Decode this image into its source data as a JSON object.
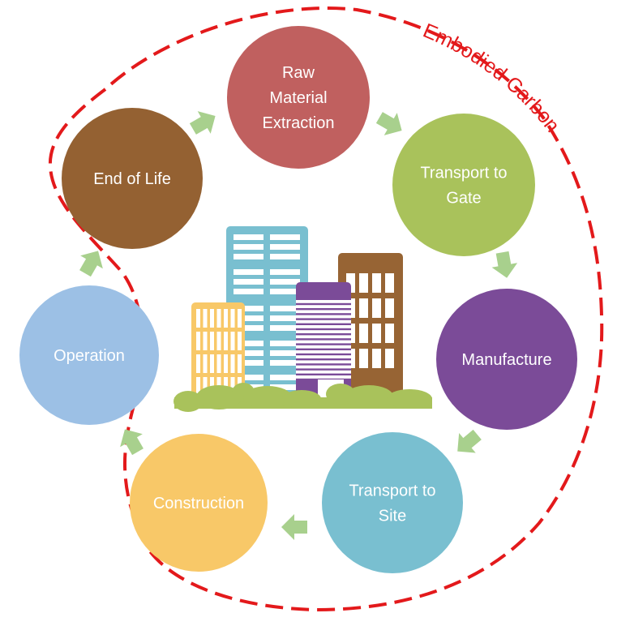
{
  "title": "Embodied Carbon",
  "stages": [
    {
      "id": "raw-material-extraction",
      "lines": [
        "Raw",
        "Material",
        "Extraction"
      ],
      "color": "#c0605f"
    },
    {
      "id": "transport-to-gate",
      "lines": [
        "Transport to",
        "Gate"
      ],
      "color": "#a9c25b"
    },
    {
      "id": "manufacture",
      "lines": [
        "Manufacture"
      ],
      "color": "#7b4b98"
    },
    {
      "id": "transport-to-site",
      "lines": [
        "Transport to",
        "Site"
      ],
      "color": "#79bfd0"
    },
    {
      "id": "construction",
      "lines": [
        "Construction"
      ],
      "color": "#f8c868"
    },
    {
      "id": "operation",
      "lines": [
        "Operation"
      ],
      "color": "#9cc0e5"
    },
    {
      "id": "end-of-life",
      "lines": [
        "End of Life"
      ],
      "color": "#946132"
    }
  ],
  "colors": {
    "arrow": "#a8d08d",
    "boundary": "#e3191b",
    "bush": "#a9c25b"
  }
}
